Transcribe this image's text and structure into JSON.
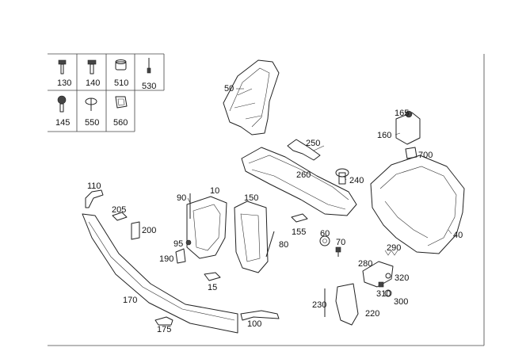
{
  "diagram": {
    "legend_parts": [
      "130",
      "140",
      "510",
      "530",
      "145",
      "550",
      "560"
    ],
    "callouts": [
      "50",
      "165",
      "160",
      "250",
      "700",
      "260",
      "240",
      "110",
      "90",
      "10",
      "150",
      "205",
      "200",
      "155",
      "60",
      "70",
      "95",
      "190",
      "80",
      "280",
      "290",
      "40",
      "320",
      "310",
      "300",
      "15",
      "170",
      "230",
      "220",
      "100",
      "175"
    ]
  }
}
